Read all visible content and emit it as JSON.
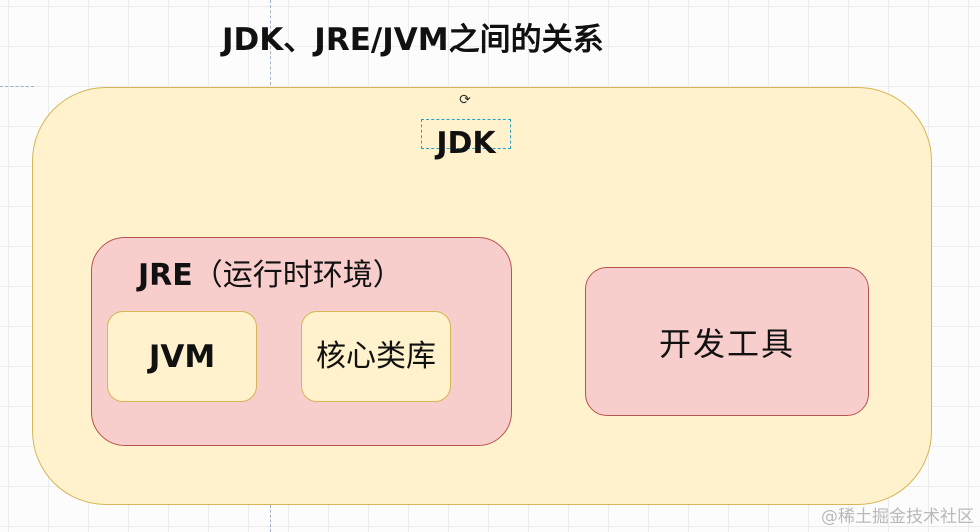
{
  "title": "JDK、JRE/JVM之间的关系",
  "jdk": {
    "label": "JDK",
    "rotate_icon": "rotate-handle-icon"
  },
  "jre": {
    "label_strong": "JRE",
    "label_rest": "（运行时环境）"
  },
  "jvm": {
    "label": "JVM"
  },
  "core_library": {
    "label": "核心类库"
  },
  "dev_tools": {
    "label": "开发工具"
  },
  "watermark": "@稀土掘金技术社区",
  "colors": {
    "jdk_fill": "#fff2cc",
    "jdk_stroke": "#d6b656",
    "jre_fill": "#f8cecc",
    "jre_stroke": "#b85450"
  }
}
